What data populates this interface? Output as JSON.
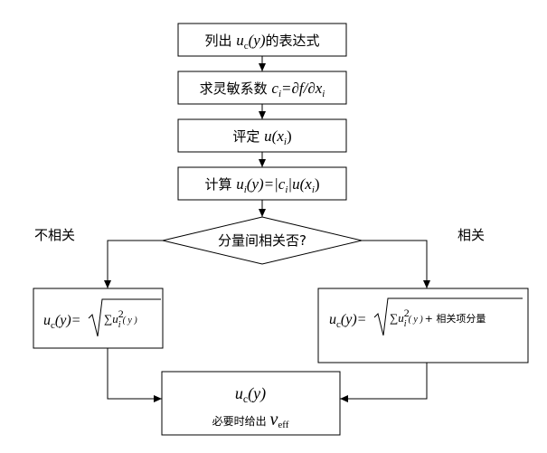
{
  "steps": {
    "s1": {
      "prefix": "列出 ",
      "u": "u",
      "sub": "c",
      "arg": "(y)",
      "suffix": "的表达式"
    },
    "s2": {
      "prefix": "求灵敏系数 ",
      "c": "c",
      "ci_sub": "i",
      "eq": "=∂f/∂x",
      "x_sub": "i"
    },
    "s3": {
      "prefix": "评定 ",
      "u": "u",
      "x": "(x",
      "sub": "i",
      "close": ")"
    },
    "s4": {
      "prefix": "计算 ",
      "u": "u",
      "sub1": "i",
      "part1": "(y)=|c",
      "sub2": "i",
      "part2": "|u(x",
      "sub3": "i",
      "close": ")"
    }
  },
  "decision": {
    "text": "分量间相关否?"
  },
  "branch_labels": {
    "left": "不相关",
    "right": "相关"
  },
  "left_box": {
    "u": "u",
    "sub": "c",
    "arg": "(y)=",
    "sigma": "∑",
    "var": "u",
    "var_sub": "i",
    "var_sup": "2",
    "var_arg": "( y )"
  },
  "right_box": {
    "u": "u",
    "sub": "c",
    "arg": "(y)=",
    "sigma": "∑",
    "var": "u",
    "var_sub": "i",
    "var_sup": "2",
    "var_arg": "( y )",
    "extra": "+ 相关项分量"
  },
  "final_box": {
    "u": "u",
    "sub": "c",
    "arg": "(y)",
    "note": "必要时给出 ",
    "nu": "ν",
    "nu_sub": "eff"
  }
}
